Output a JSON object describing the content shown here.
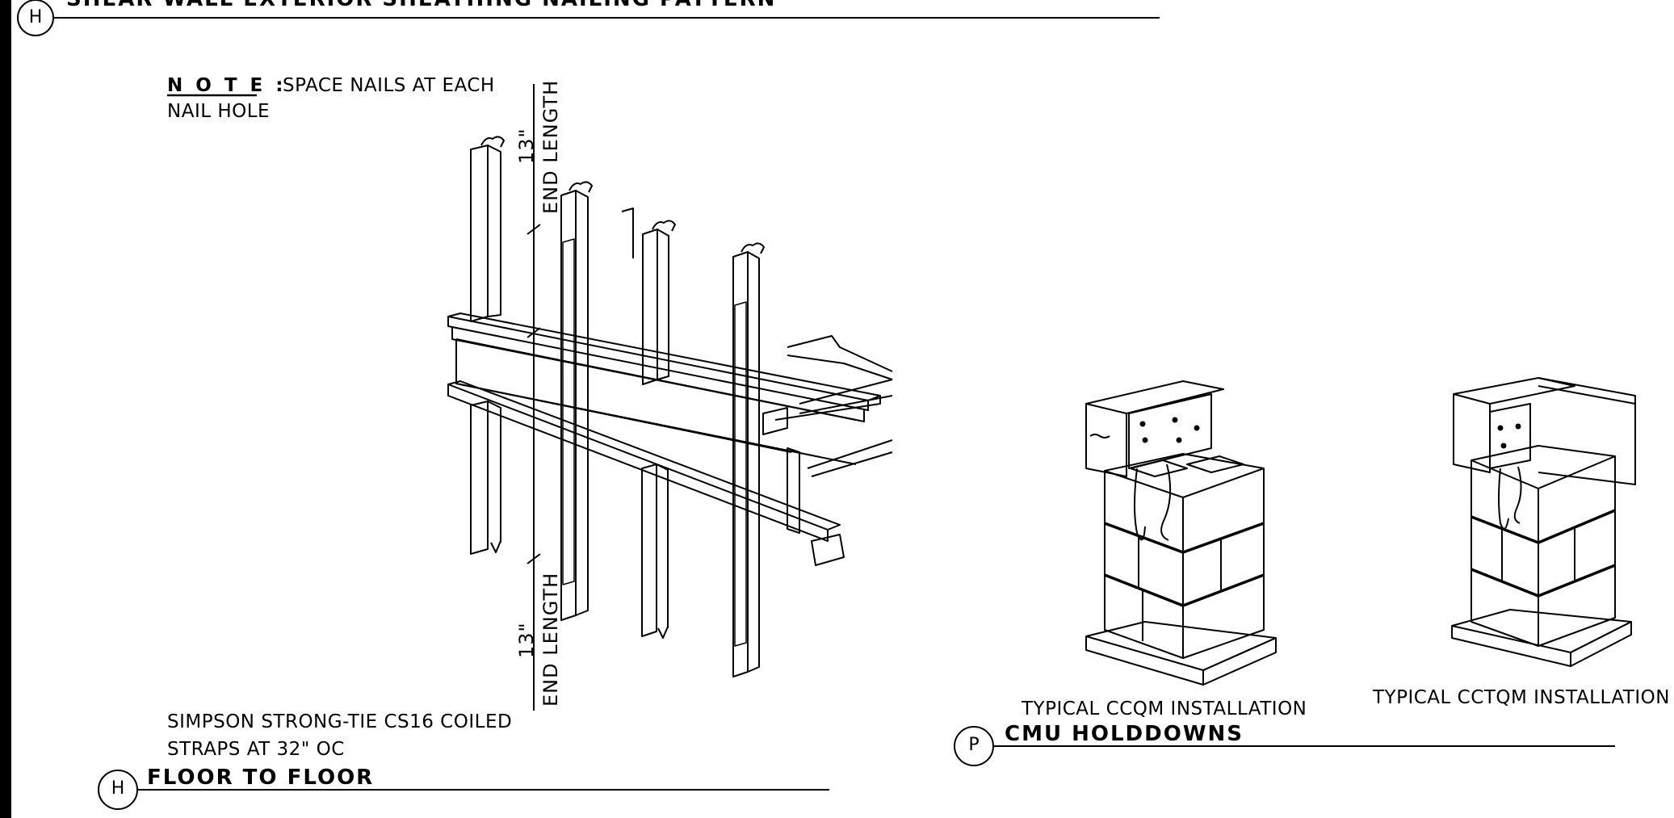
{
  "top_title": {
    "tag": "H",
    "text": "SHEAR WALL EXTERIOR SHEATHING NAILING PATTERN"
  },
  "detail_floor": {
    "note_heading": "N O T E :",
    "note_body_line1": "SPACE NAILS AT EACH",
    "note_body_line2": "NAIL HOLE",
    "dim_top_value": "13\"",
    "dim_top_label": "END LENGTH",
    "dim_bottom_value": "13\"",
    "dim_bottom_label": "END LENGTH",
    "callout_line1": "SIMPSON STRONG-TIE CS16 COILED",
    "callout_line2": "STRAPS AT 32\" OC",
    "title_tag": "H",
    "title_text": "FLOOR TO FLOOR"
  },
  "detail_cmu": {
    "caption_left": "TYPICAL CCQM INSTALLATION",
    "caption_right": "TYPICAL CCTQM INSTALLATION",
    "title_tag": "P",
    "title_text": "CMU HOLDDOWNS"
  }
}
